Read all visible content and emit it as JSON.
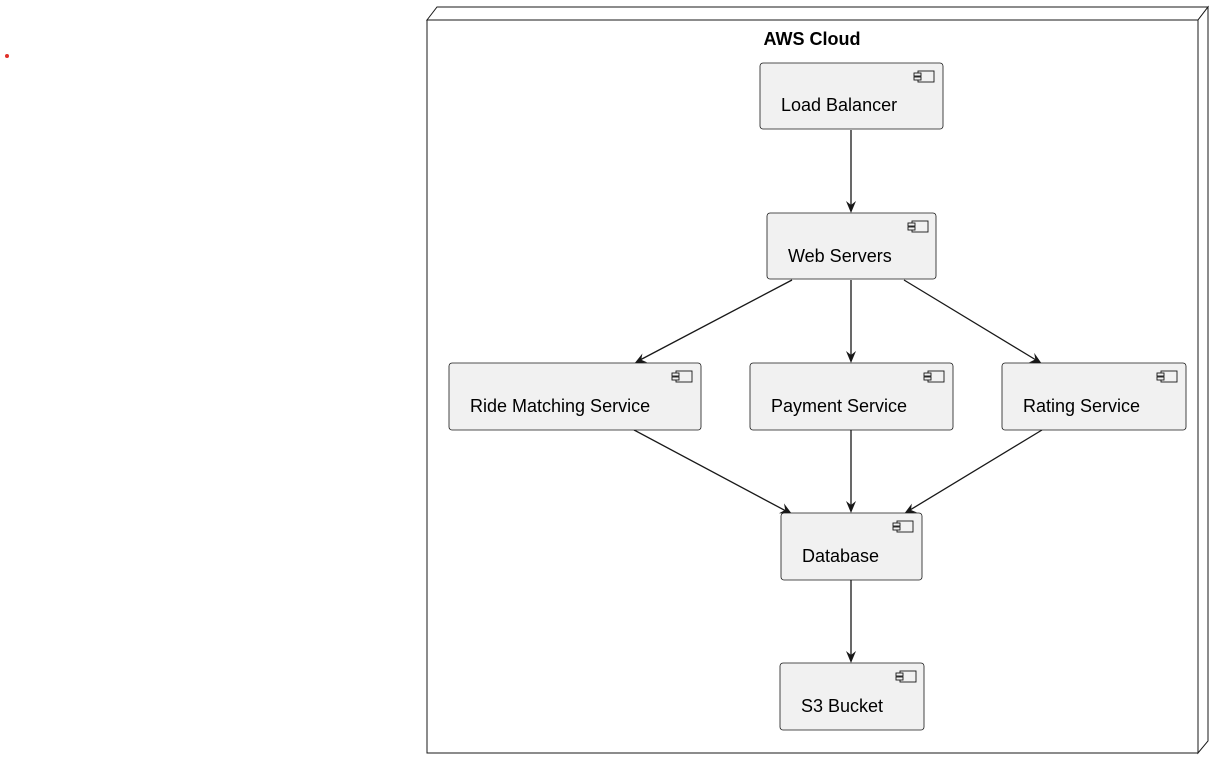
{
  "node": {
    "title": "AWS Cloud"
  },
  "components": {
    "load_balancer": "Load Balancer",
    "web_servers": "Web Servers",
    "ride_matching": "Ride Matching Service",
    "payment": "Payment Service",
    "rating": "Rating Service",
    "database": "Database",
    "s3": "S3 Bucket"
  },
  "icons": {
    "component": "component-icon"
  },
  "colors": {
    "box_fill": "#f1f1f1",
    "stroke": "#181818",
    "dot": "#e0302a"
  }
}
